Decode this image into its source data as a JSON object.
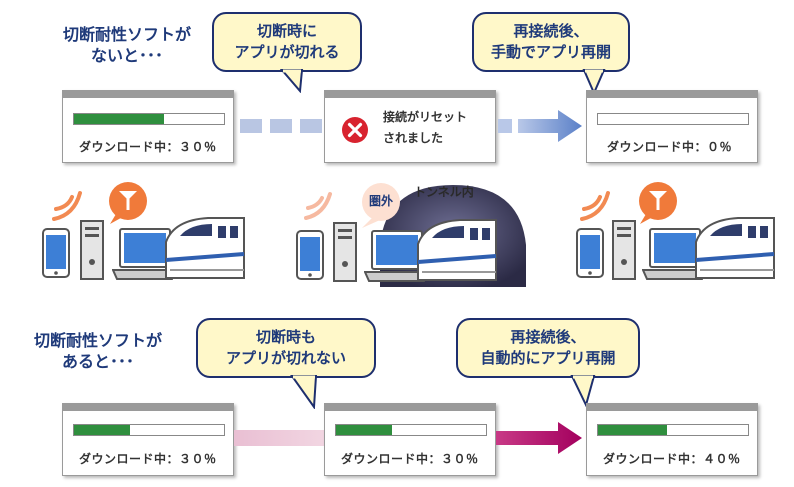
{
  "top": {
    "heading_line1": "切断耐性ソフトが",
    "heading_line2": "ないと･･･",
    "bubble1_line1": "切断時に",
    "bubble1_line2": "アプリが切れる",
    "bubble2_line1": "再接続後、",
    "bubble2_line2": "手動でアプリ再開",
    "win1_label": "ダウンロード中：３０％",
    "win1_progress": 0.6,
    "error_line1": "接続がリセット",
    "error_line2": "されました",
    "win3_label": "ダウンロード中：０％",
    "win3_progress": 0
  },
  "middle": {
    "outside_label": "圏外",
    "tunnel_label": "トンネル内"
  },
  "bottom": {
    "heading_line1": "切断耐性ソフトが",
    "heading_line2": "あると･･･",
    "bubble1_line1": "切断時も",
    "bubble1_line2": "アプリが切れない",
    "bubble2_line1": "再接続後、",
    "bubble2_line2": "自動的にアプリ再開",
    "win1_label": "ダウンロード中：３０％",
    "win1_progress": 0.37,
    "win2_label": "ダウンロード中：３０％",
    "win2_progress": 0.37,
    "win3_label": "ダウンロード中：４０％",
    "win3_progress": 0.46
  },
  "colors": {
    "navy": "#1f3a7a",
    "bubble_fill": "#fff8c9",
    "progress_green": "#2f8f3e",
    "arrow_blue": "#6b8fd0",
    "arrow_magenta": "#b0106e",
    "signal_orange": "#f07a3a"
  },
  "icons": [
    "error-icon",
    "signal-waves-icon",
    "antenna-icon",
    "smartphone-icon",
    "desktop-pc-icon",
    "laptop-icon",
    "bullet-train-icon",
    "tunnel-icon"
  ]
}
